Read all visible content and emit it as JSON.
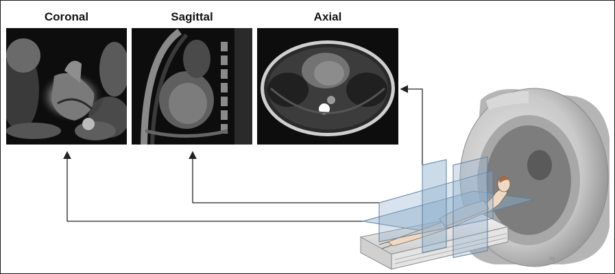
{
  "panels": {
    "coronal": {
      "label": "Coronal"
    },
    "sagittal": {
      "label": "Sagittal"
    },
    "axial": {
      "label": "Axial"
    }
  },
  "colors": {
    "arrow": "#222222",
    "plane_fill": "#8fb0cc",
    "scanner_body": "#cfcfcf",
    "scanner_shadow": "#9a9a9a",
    "scan_background": "#0b0b0b"
  },
  "icons": [
    "mri-scanner-icon",
    "patient-figure-icon",
    "scan-plane-icon",
    "arrow-icon"
  ]
}
